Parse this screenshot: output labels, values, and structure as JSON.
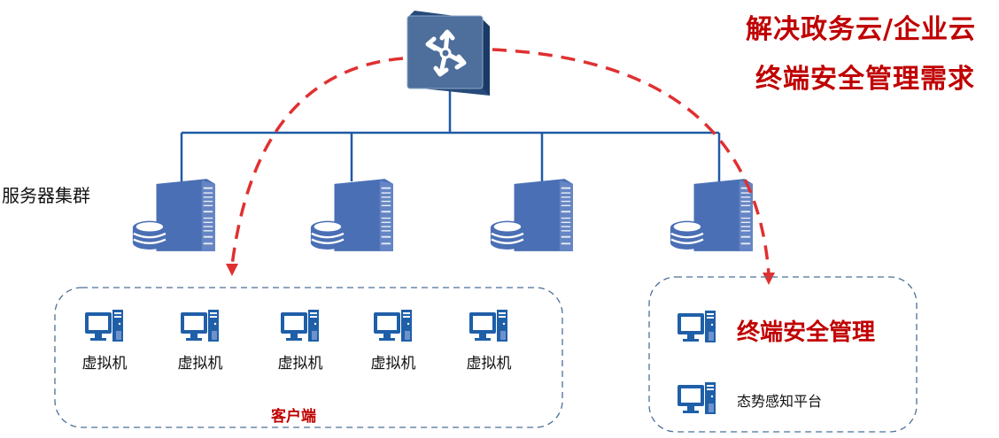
{
  "headline": {
    "line1": "解决政务云/企业云",
    "line2": "终端安全管理需求"
  },
  "router": {
    "icon": "router-icon"
  },
  "server_cluster": {
    "label": "服务器集群",
    "servers": [
      {
        "icon": "server-icon"
      },
      {
        "icon": "server-icon"
      },
      {
        "icon": "server-icon"
      },
      {
        "icon": "server-icon"
      }
    ]
  },
  "client_group": {
    "label": "客户端",
    "vms": [
      {
        "label": "虚拟机",
        "icon": "computer-icon"
      },
      {
        "label": "虚拟机",
        "icon": "computer-icon"
      },
      {
        "label": "虚拟机",
        "icon": "computer-icon"
      },
      {
        "label": "虚拟机",
        "icon": "computer-icon"
      },
      {
        "label": "虚拟机",
        "icon": "computer-icon"
      }
    ]
  },
  "management_group": {
    "items": [
      {
        "label": "终端安全管理",
        "icon": "computer-icon"
      },
      {
        "label": "态势感知平台",
        "icon": "computer-icon"
      }
    ]
  },
  "colors": {
    "accent_red": "#c00000",
    "arrow_red": "#e03030",
    "line_blue": "#1f5aa6",
    "icon_blue": "#1f5fa8",
    "server_blue": "#4a6fb5",
    "dashed_border": "#4a6f96"
  }
}
